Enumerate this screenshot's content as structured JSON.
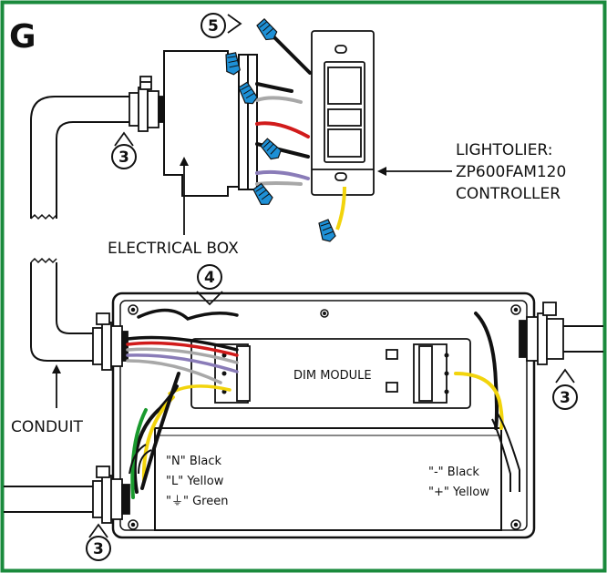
{
  "panel_letter": "G",
  "steps": {
    "step5": "5",
    "step4": "4",
    "step3a": "3",
    "step3b": "3",
    "step3c": "3"
  },
  "labels": {
    "controller_line1": "LIGHTOLIER:",
    "controller_line2": "ZP600FAM120",
    "controller_line3": "CONTROLLER",
    "electrical_box": "ELECTRICAL BOX",
    "conduit": "CONDUIT",
    "dim_module": "DIM MODULE",
    "left_n": "\"N\" Black",
    "left_l": "\"L\" Yellow",
    "left_g": "\"⏚\" Green",
    "right_minus": "\"-\" Black",
    "right_plus": "\"+\" Yellow"
  },
  "colors": {
    "border": "#1a8a3c",
    "line": "#111111",
    "wire_connector": "#1e90d6",
    "wire_red": "#d11b1b",
    "wire_yellow": "#f2d40c",
    "wire_green": "#1a9a2e",
    "wire_purple": "#8a7cb8",
    "wire_gray": "#a8a8a8"
  }
}
